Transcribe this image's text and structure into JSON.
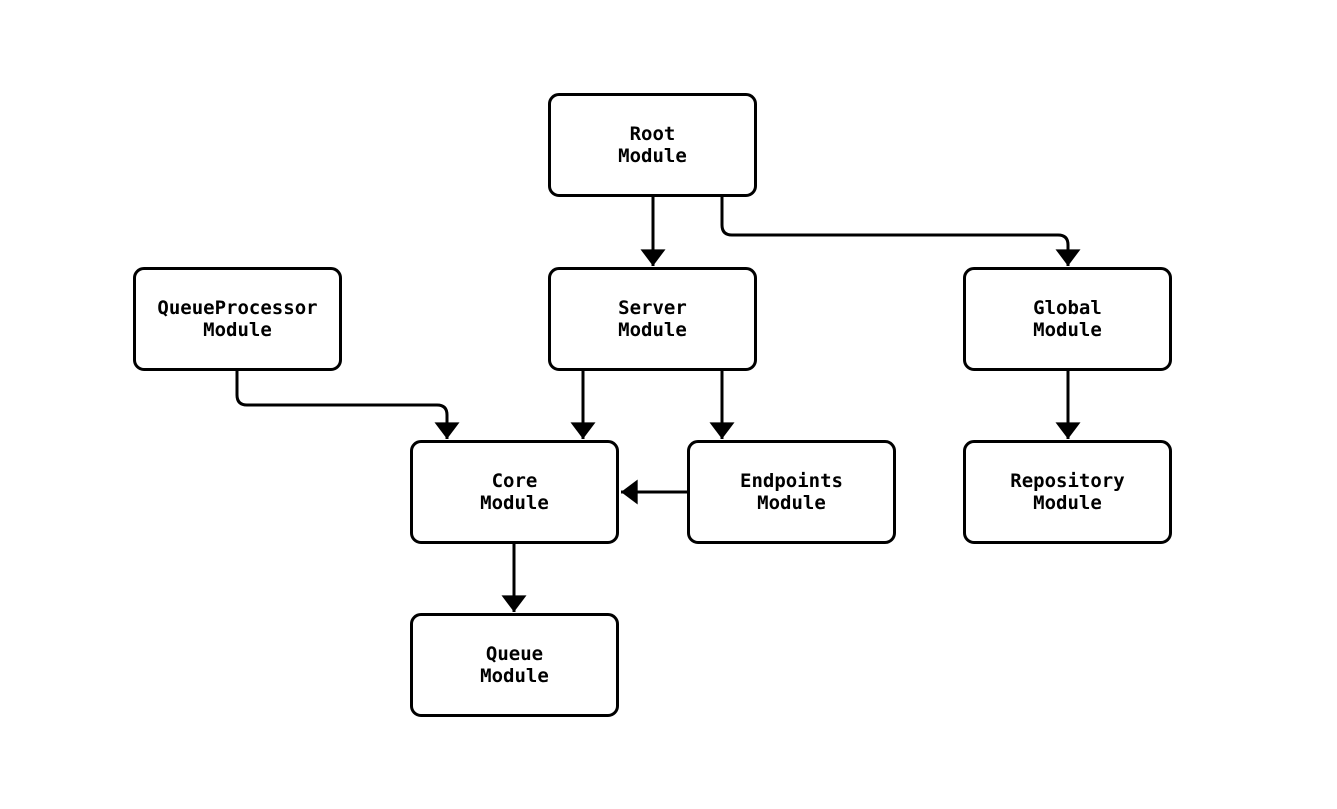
{
  "diagram": {
    "type": "module-dependency-diagram",
    "background_color": "#ffffff",
    "node_fill_color": "#ffffff",
    "node_border_color": "#000000",
    "edge_color": "#000000",
    "text_color": "#000000",
    "nodes": [
      {
        "id": "root",
        "line1": "Root",
        "line2": "Module"
      },
      {
        "id": "queueprocessor",
        "line1": "QueueProcessor",
        "line2": "Module"
      },
      {
        "id": "server",
        "line1": "Server",
        "line2": "Module"
      },
      {
        "id": "global",
        "line1": "Global",
        "line2": "Module"
      },
      {
        "id": "core",
        "line1": "Core",
        "line2": "Module"
      },
      {
        "id": "endpoints",
        "line1": "Endpoints",
        "line2": "Module"
      },
      {
        "id": "repository",
        "line1": "Repository",
        "line2": "Module"
      },
      {
        "id": "queue",
        "line1": "Queue",
        "line2": "Module"
      }
    ],
    "edges": [
      {
        "from": "Root Module",
        "to": "Server Module"
      },
      {
        "from": "Root Module",
        "to": "Global Module"
      },
      {
        "from": "QueueProcessor Module",
        "to": "Core Module"
      },
      {
        "from": "Server Module",
        "to": "Core Module"
      },
      {
        "from": "Server Module",
        "to": "Endpoints Module"
      },
      {
        "from": "Endpoints Module",
        "to": "Core Module"
      },
      {
        "from": "Global Module",
        "to": "Repository Module"
      },
      {
        "from": "Core Module",
        "to": "Queue Module"
      }
    ]
  }
}
